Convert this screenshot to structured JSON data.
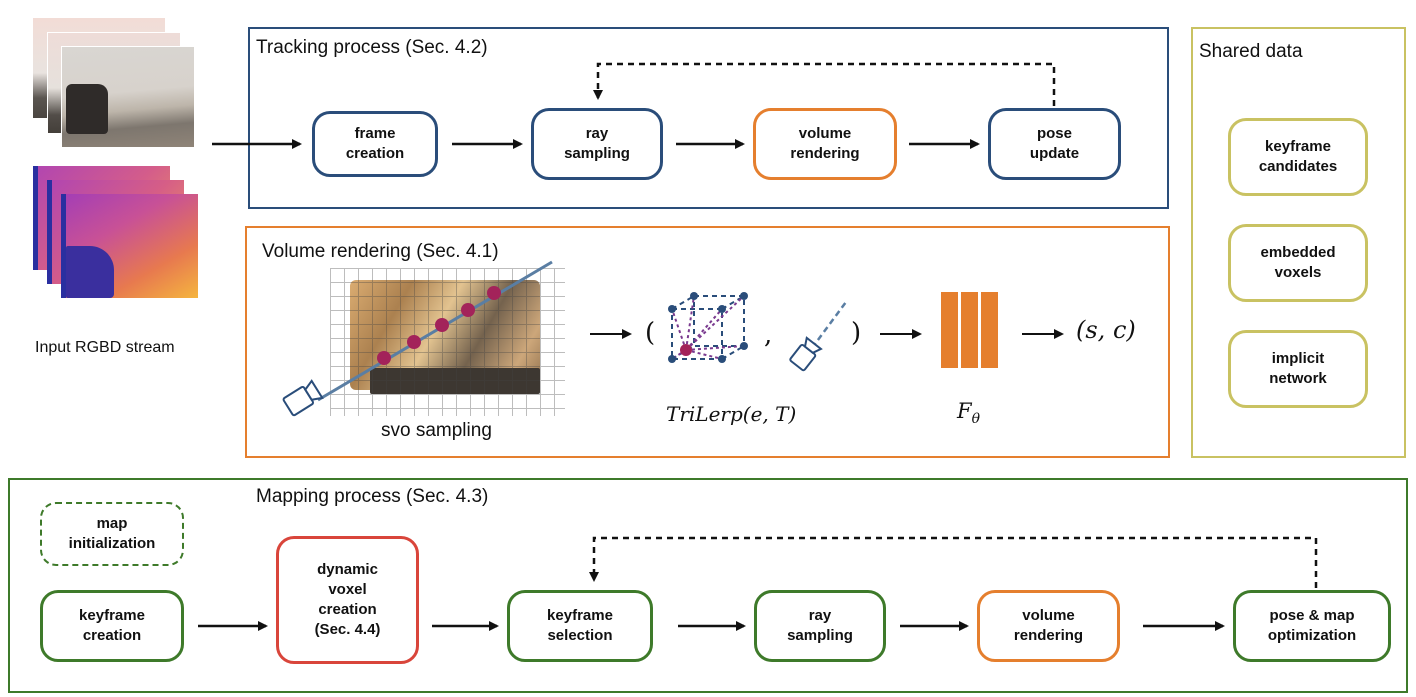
{
  "input": {
    "caption": "Input RGBD stream"
  },
  "tracking": {
    "title": "Tracking process (Sec. 4.2)",
    "boxes": [
      "frame\ncreation",
      "ray\nsampling",
      "volume\nrendering",
      "pose\nupdate"
    ]
  },
  "volume": {
    "title": "Volume rendering (Sec. 4.1)",
    "svo_label": "svo sampling",
    "trilerp_label": "TriLerp(e, T)",
    "f_label": "F",
    "f_sub": "θ",
    "output": "(s, c)",
    "paren_open": "(",
    "comma": ",",
    "paren_close": ")"
  },
  "shared": {
    "title": "Shared data",
    "boxes": [
      "keyframe\ncandidates",
      "embedded\nvoxels",
      "implicit\nnetwork"
    ]
  },
  "mapping": {
    "title": "Mapping process (Sec. 4.3)",
    "init": "map\ninitialization",
    "boxes": [
      "keyframe\ncreation",
      "dynamic\nvoxel\ncreation\n(Sec. 4.4)",
      "keyframe\nselection",
      "ray\nsampling",
      "volume\nrendering",
      "pose & map\noptimization"
    ]
  },
  "colors": {
    "tracking": "#2a4d7a",
    "volume": "#e57f2e",
    "mapping": "#3e7a2a",
    "dynamic": "#d9453b",
    "shared": "#c9c262",
    "sample_point": "#a3235a"
  }
}
